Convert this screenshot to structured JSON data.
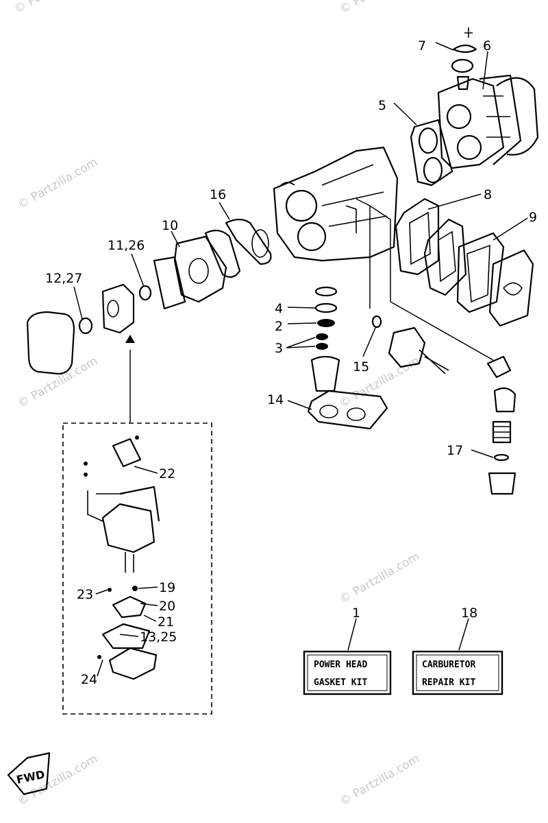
{
  "watermark": "© Partzilla.com",
  "callouts": [
    "7",
    "6",
    "5",
    "8",
    "9",
    "16",
    "10",
    "11,26",
    "12,27",
    "4",
    "2",
    "3",
    "15",
    "14",
    "17",
    "22",
    "19",
    "20",
    "21",
    "13,25",
    "23",
    "24",
    "1",
    "18"
  ],
  "kits": [
    {
      "number": "1",
      "line1": "POWER HEAD",
      "line2": "GASKET KIT"
    },
    {
      "number": "18",
      "line1": "CARBURETOR",
      "line2": "REPAIR KIT"
    }
  ],
  "fwd_label": "FWD"
}
